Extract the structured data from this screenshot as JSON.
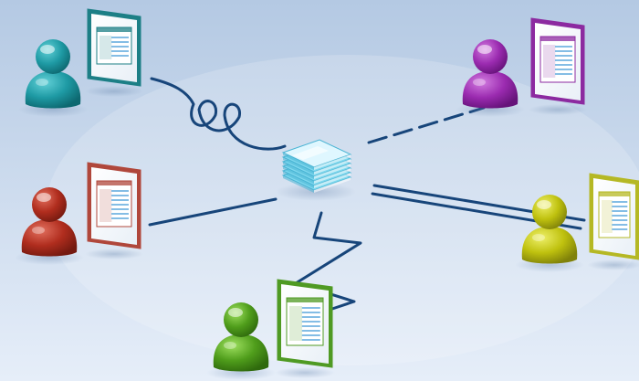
{
  "background": {
    "top": "#b4c9e3",
    "bottom": "#e6eef9"
  },
  "hub": {
    "icon": "document-stack-icon",
    "colors": {
      "top": "#dff7ff",
      "side": "#7fd8ee",
      "edge": "#49b4d4"
    }
  },
  "connector_color": "#17457a",
  "users": [
    {
      "id": "teal",
      "icon": "user-icon",
      "screen_icon": "document-window-icon",
      "colors": {
        "light": "#63d1d8",
        "base": "#1e9aa4",
        "dark": "#0d6870",
        "frame": "#1d7f86"
      },
      "connection": "coiled"
    },
    {
      "id": "purple",
      "icon": "user-icon",
      "screen_icon": "document-window-icon",
      "colors": {
        "light": "#d27ce0",
        "base": "#9b2bb0",
        "dark": "#66137a",
        "frame": "#8c2aa0"
      },
      "connection": "dashed"
    },
    {
      "id": "red",
      "icon": "user-icon",
      "screen_icon": "document-window-icon",
      "colors": {
        "light": "#e2705f",
        "base": "#b02d1e",
        "dark": "#751a10",
        "frame": "#b0473b"
      },
      "connection": "straight"
    },
    {
      "id": "yellow",
      "icon": "user-icon",
      "screen_icon": "document-window-icon",
      "colors": {
        "light": "#eef06a",
        "base": "#bfc10e",
        "dark": "#80820a",
        "frame": "#b5b824"
      },
      "connection": "double"
    },
    {
      "id": "green",
      "icon": "user-icon",
      "screen_icon": "document-window-icon",
      "colors": {
        "light": "#9ee05f",
        "base": "#4f9d1b",
        "dark": "#2f6a0d",
        "frame": "#4f9a23"
      },
      "connection": "zigzag"
    }
  ]
}
